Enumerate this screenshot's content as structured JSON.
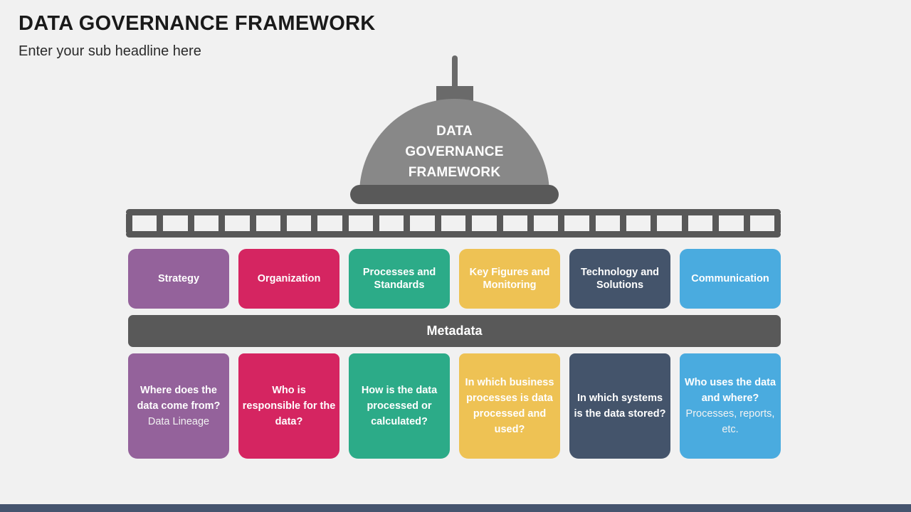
{
  "header": {
    "title": "DATA GOVERNANCE FRAMEWORK",
    "subtitle": "Enter your sub headline here"
  },
  "dome": {
    "label_line1": "DATA",
    "label_line2": "GOVERNANCE",
    "label_line3": "FRAMEWORK",
    "body_color": "#888888",
    "base_color": "#595959",
    "antenna_color": "#6a6a6a"
  },
  "ladder": {
    "rung_count": 22,
    "color": "#585858"
  },
  "metadata": {
    "label": "Metadata",
    "color": "#595959"
  },
  "pillars": [
    {
      "label": "Strategy",
      "color": "#94629b"
    },
    {
      "label": "Organization",
      "color": "#d52561"
    },
    {
      "label": "Processes and Standards",
      "color": "#2cab88"
    },
    {
      "label": "Key Figures and Monitoring",
      "color": "#eec254"
    },
    {
      "label": "Technology and Solutions",
      "color": "#44546b"
    },
    {
      "label": "Communication",
      "color": "#4aabdf"
    }
  ],
  "questions": [
    {
      "question": "Where does the data come from?",
      "note": "Data Lineage",
      "color": "#94629b"
    },
    {
      "question": "Who is responsible for the data?",
      "note": "",
      "color": "#d52561"
    },
    {
      "question": "How is the data processed or calculated?",
      "note": "",
      "color": "#2cab88"
    },
    {
      "question": "In which business processes is data processed and used?",
      "note": "",
      "color": "#eec254"
    },
    {
      "question": "In which systems is the data stored?",
      "note": "",
      "color": "#44546b"
    },
    {
      "question": "Who uses the data and where?",
      "note": "Processes, reports, etc.",
      "color": "#4aabdf"
    }
  ],
  "footer": {
    "color": "#45546e"
  }
}
